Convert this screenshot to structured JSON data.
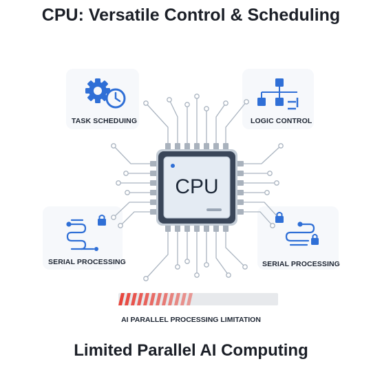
{
  "title": "CPU: Versatile Control & Scheduling",
  "cpu_label": "CPU",
  "features": {
    "task_scheduling": {
      "label": "TASK SCHEDUING",
      "icon": "gear-clock-icon"
    },
    "logic_control": {
      "label": "LOGIC CONTROL",
      "icon": "flowchart-icon"
    },
    "serial_left": {
      "label": "SERIAL PROCESSING",
      "icon": "serial-lock-icon"
    },
    "serial_right": {
      "label": "SERIAL PROCESSING",
      "icon": "serial-lock-icon"
    }
  },
  "limitation": {
    "caption": "AI PARALLEL PROCESSING LIMITATION",
    "fill_fraction": 0.5
  },
  "footer": "Limited Parallel AI Computing",
  "colors": {
    "accent_blue": "#2f6fd6",
    "chip_frame": "#38455a",
    "chip_face": "#e4ebf3",
    "trace": "#aab4c0",
    "limit_red": "#e8453c",
    "limit_empty": "#e7e9ec"
  }
}
